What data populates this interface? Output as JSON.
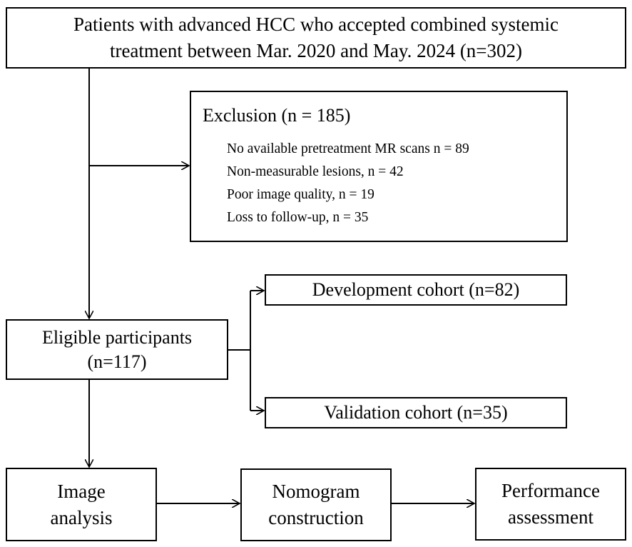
{
  "top_box": {
    "line1": "Patients with advanced HCC who accepted combined systemic",
    "line2": "treatment between Mar. 2020 and May. 2024 (n=302)"
  },
  "exclusion": {
    "title": "Exclusion (n = 185)",
    "items": [
      "No available pretreatment MR scans n = 89",
      "Non-measurable lesions, n = 42",
      "Poor image quality, n = 19",
      "Loss to follow-up, n = 35"
    ]
  },
  "eligible": {
    "line1": "Eligible participants",
    "line2": "(n=117)"
  },
  "development": "Development cohort (n=82)",
  "validation": "Validation cohort (n=35)",
  "image_analysis": {
    "line1": "Image",
    "line2": "analysis"
  },
  "nomogram": {
    "line1": "Nomogram",
    "line2": "construction"
  },
  "performance": {
    "line1": "Performance",
    "line2": "assessment"
  }
}
